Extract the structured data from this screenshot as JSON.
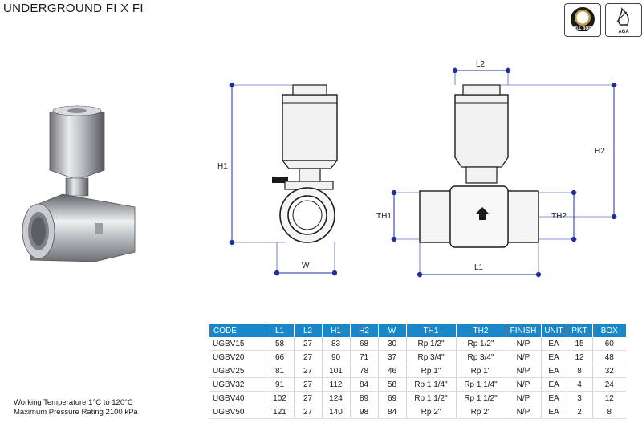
{
  "title": "UNDERGROUND FI X FI",
  "badges": [
    {
      "icon": "full-bore-icon",
      "label": "FULL BORE"
    },
    {
      "icon": "aga-flame-icon",
      "label": "AGA"
    }
  ],
  "drawing_labels": {
    "h1": "H1",
    "w": "W",
    "l2": "L2",
    "h2": "H2",
    "th1": "TH1",
    "th2": "TH2",
    "l1": "L1"
  },
  "specs": {
    "working_temperature": "Working Temperature  1°C to 120°C",
    "max_pressure": "Maximum Pressure Rating  2100 kPa"
  },
  "table": {
    "headers": [
      "CODE",
      "L1",
      "L2",
      "H1",
      "H2",
      "W",
      "TH1",
      "TH2",
      "FINISH",
      "UNIT",
      "PKT",
      "BOX"
    ],
    "rows": [
      [
        "UGBV15",
        "58",
        "27",
        "83",
        "68",
        "30",
        "Rp 1/2\"",
        "Rp 1/2\"",
        "N/P",
        "EA",
        "15",
        "60"
      ],
      [
        "UGBV20",
        "66",
        "27",
        "90",
        "71",
        "37",
        "Rp 3/4\"",
        "Rp 3/4\"",
        "N/P",
        "EA",
        "12",
        "48"
      ],
      [
        "UGBV25",
        "81",
        "27",
        "101",
        "78",
        "46",
        "Rp 1\"",
        "Rp 1\"",
        "N/P",
        "EA",
        "8",
        "32"
      ],
      [
        "UGBV32",
        "91",
        "27",
        "112",
        "84",
        "58",
        "Rp 1 1/4\"",
        "Rp 1 1/4\"",
        "N/P",
        "EA",
        "4",
        "24"
      ],
      [
        "UGBV40",
        "102",
        "27",
        "124",
        "89",
        "69",
        "Rp 1 1/2\"",
        "Rp 1 1/2\"",
        "N/P",
        "EA",
        "3",
        "12"
      ],
      [
        "UGBV50",
        "121",
        "27",
        "140",
        "98",
        "84",
        "Rp 2\"",
        "Rp 2\"",
        "N/P",
        "EA",
        "2",
        "8"
      ]
    ]
  },
  "colors": {
    "accent": "#1a87c9",
    "dimension_line": "#1c2f9b"
  }
}
